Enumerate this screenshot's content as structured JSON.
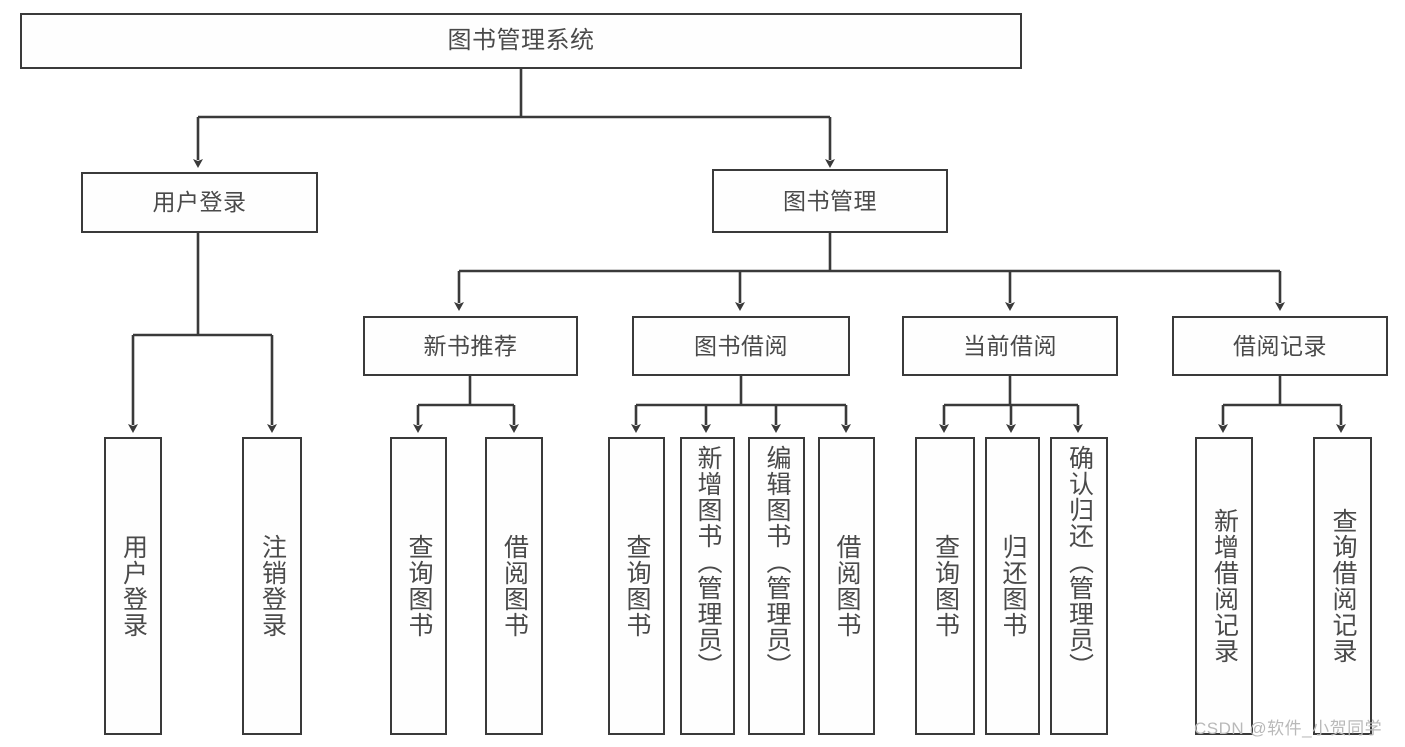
{
  "diagram": {
    "type": "tree-hierarchy",
    "title": "图书管理系统",
    "watermark": "CSDN @软件_小贺同学",
    "colors": {
      "stroke": "#3a3a3a",
      "fill": "#fefefe",
      "text": "#4a4a4a",
      "watermark": "#b9b9b9",
      "background": "#ffffff"
    },
    "nodes": {
      "root": {
        "label": "图书管理系统"
      },
      "level2": [
        {
          "id": "user-login",
          "label": "用户登录"
        },
        {
          "id": "book-manage",
          "label": "图书管理"
        }
      ],
      "level3": [
        {
          "id": "new-book-recommend",
          "label": "新书推荐"
        },
        {
          "id": "book-borrow",
          "label": "图书借阅"
        },
        {
          "id": "current-borrow",
          "label": "当前借阅"
        },
        {
          "id": "borrow-record",
          "label": "借阅记录"
        }
      ],
      "leaves": {
        "user-login": [
          {
            "id": "leaf-user-login",
            "label": "用户登录"
          },
          {
            "id": "leaf-logout-login",
            "label": "注销登录"
          }
        ],
        "new-book-recommend": [
          {
            "id": "leaf-query-book-1",
            "label": "查询图书"
          },
          {
            "id": "leaf-borrow-book-1",
            "label": "借阅图书"
          }
        ],
        "book-borrow": [
          {
            "id": "leaf-query-book-2",
            "label": "查询图书"
          },
          {
            "id": "leaf-add-book",
            "label": "新增图书（管理员）"
          },
          {
            "id": "leaf-edit-book",
            "label": "编辑图书（管理员）"
          },
          {
            "id": "leaf-borrow-book-2",
            "label": "借阅图书"
          }
        ],
        "current-borrow": [
          {
            "id": "leaf-query-book-3",
            "label": "查询图书"
          },
          {
            "id": "leaf-return-book",
            "label": "归还图书"
          },
          {
            "id": "leaf-confirm-return",
            "label": "确认归还（管理员）"
          }
        ],
        "borrow-record": [
          {
            "id": "leaf-add-record",
            "label": "新增借阅记录"
          },
          {
            "id": "leaf-query-record",
            "label": "查询借阅记录"
          }
        ]
      }
    }
  }
}
